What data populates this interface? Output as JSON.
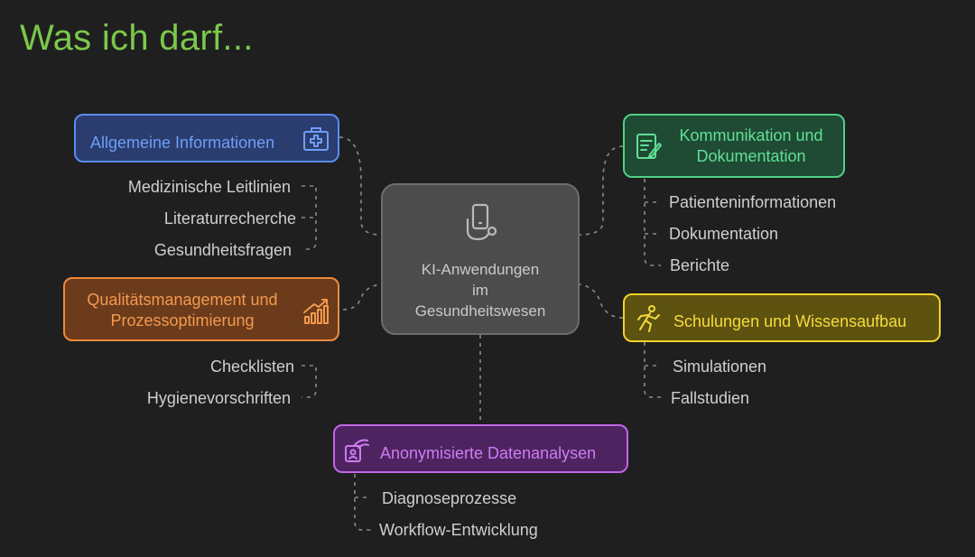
{
  "title": "Was ich darf...",
  "center": {
    "lines": [
      "KI-Anwendungen",
      "im",
      "Gesundheitswesen"
    ],
    "icon": "stethoscope-phone-icon"
  },
  "branches": {
    "allgemein": {
      "label": "Allgemeine Informationen",
      "icon": "medical-kit-icon",
      "color": "#5b8df0",
      "items": [
        "Medizinische Leitlinien",
        "Literaturrecherche",
        "Gesundheitsfragen"
      ]
    },
    "kommunikation": {
      "label_lines": [
        "Kommunikation und",
        "Dokumentation"
      ],
      "icon": "document-report-icon",
      "color": "#4fd184",
      "items": [
        "Patienteninformationen",
        "Dokumentation",
        "Berichte"
      ]
    },
    "qualitaet": {
      "label_lines": [
        "Qualitätsmanagement und",
        "Prozessoptimierung"
      ],
      "icon": "growth-chart-icon",
      "color": "#f08a3c",
      "items": [
        "Checklisten",
        "Hygienevorschriften"
      ]
    },
    "schulungen": {
      "label": "Schulungen und Wissensaufbau",
      "icon": "running-person-icon",
      "color": "#f2d12a",
      "items": [
        "Simulationen",
        "Fallstudien"
      ]
    },
    "daten": {
      "label": "Anonymisierte Datenanalysen",
      "icon": "data-analysis-icon",
      "color": "#c266e8",
      "items": [
        "Diagnoseprozesse",
        "Workflow-Entwicklung"
      ]
    }
  }
}
